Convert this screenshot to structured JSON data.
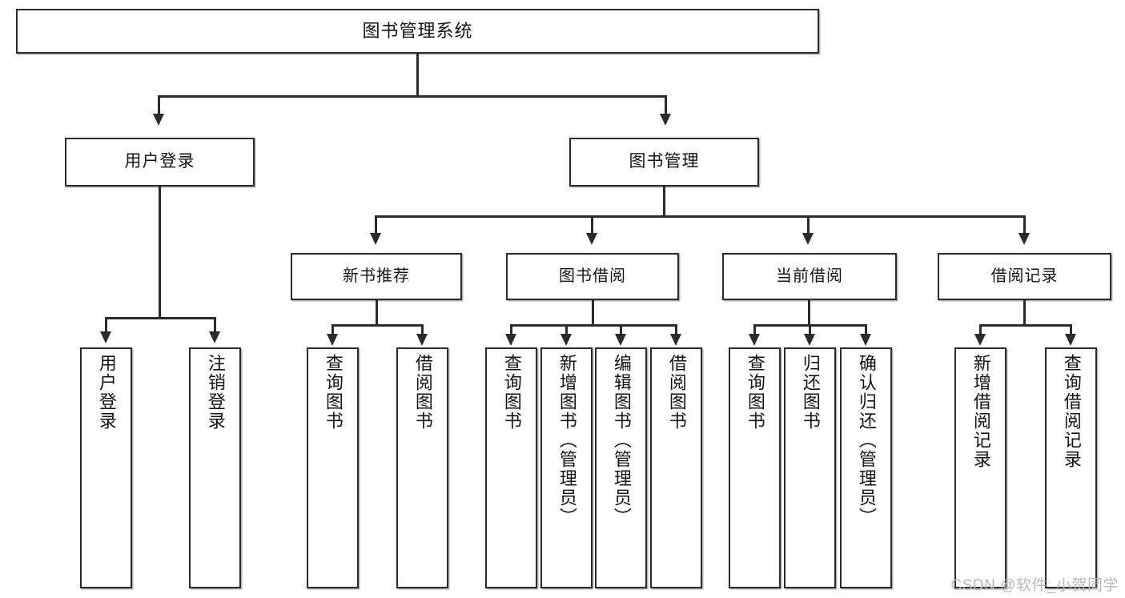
{
  "diagram": {
    "title": "图书管理系统",
    "type": "tree",
    "root": {
      "label": "图书管理系统"
    },
    "level2": [
      {
        "label": "用户登录"
      },
      {
        "label": "图书管理"
      }
    ],
    "level3": [
      {
        "label": "新书推荐"
      },
      {
        "label": "图书借阅"
      },
      {
        "label": "当前借阅"
      },
      {
        "label": "借阅记录"
      }
    ],
    "leaves": {
      "user_login": [
        {
          "label": "用户登录"
        },
        {
          "label": "注销登录"
        }
      ],
      "new_book_recommend": [
        {
          "label": "查询图书"
        },
        {
          "label": "借阅图书"
        }
      ],
      "book_borrow": [
        {
          "label": "查询图书"
        },
        {
          "label": "新增图书（管理员）"
        },
        {
          "label": "编辑图书（管理员）"
        },
        {
          "label": "借阅图书"
        }
      ],
      "current_borrow": [
        {
          "label": "查询图书"
        },
        {
          "label": "归还图书"
        },
        {
          "label": "确认归还（管理员）"
        }
      ],
      "borrow_record": [
        {
          "label": "新增借阅记录"
        },
        {
          "label": "查询借阅记录"
        }
      ]
    }
  },
  "watermark": {
    "text": "CSDN @软件_小贺同学"
  },
  "colors": {
    "box_border": "#2b2b2b",
    "box_fill": "#ffffff",
    "text": "#141414",
    "connector": "#2b2b2b",
    "watermark": "#b9b9b9",
    "background": "#ffffff"
  }
}
